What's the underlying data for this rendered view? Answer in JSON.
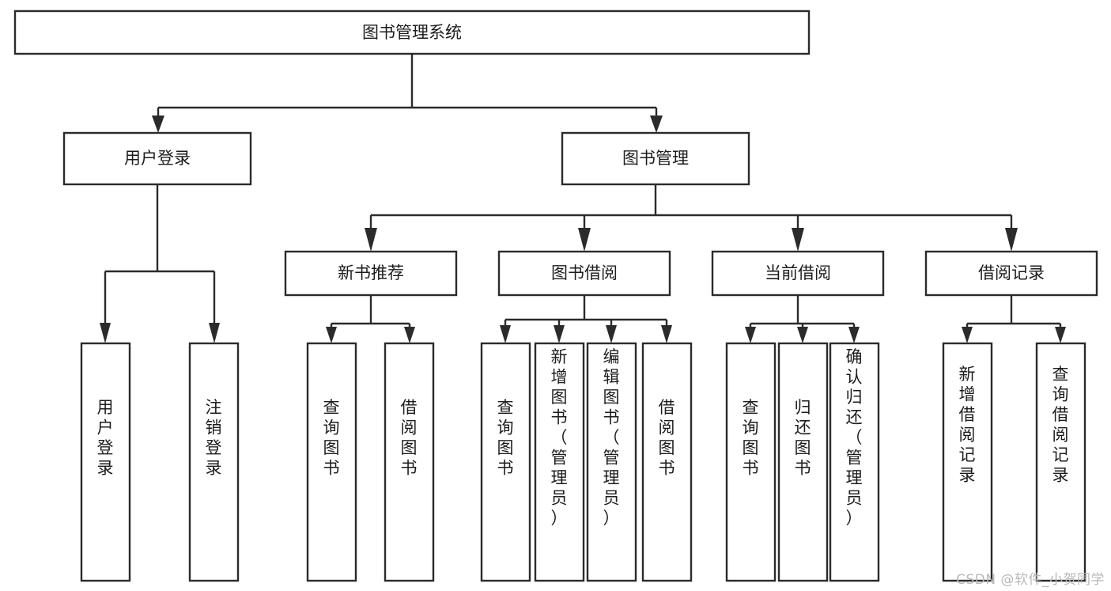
{
  "diagram": {
    "title": "图书管理系统",
    "type": "hierarchy-tree",
    "watermark": "CSDN @软件_小贺同学",
    "colors": {
      "stroke": "#2b2b2b",
      "fill": "#ffffff",
      "text": "#1c1c1c",
      "watermark": "#b8b8b8",
      "background": "#ffffff"
    },
    "levels": {
      "root": {
        "label": "图书管理系统"
      },
      "level2": [
        {
          "label": "用户登录"
        },
        {
          "label": "图书管理"
        }
      ],
      "level3": [
        {
          "label": "新书推荐"
        },
        {
          "label": "图书借阅"
        },
        {
          "label": "当前借阅"
        },
        {
          "label": "借阅记录"
        }
      ],
      "leaves": [
        {
          "label": "用户登录",
          "parent": "用户登录"
        },
        {
          "label": "注销登录",
          "parent": "用户登录"
        },
        {
          "label": "查询图书",
          "parent": "新书推荐"
        },
        {
          "label": "借阅图书",
          "parent": "新书推荐"
        },
        {
          "label": "查询图书",
          "parent": "图书借阅"
        },
        {
          "label": "新增图书（管理员）",
          "parent": "图书借阅"
        },
        {
          "label": "编辑图书（管理员）",
          "parent": "图书借阅"
        },
        {
          "label": "借阅图书",
          "parent": "图书借阅"
        },
        {
          "label": "查询图书",
          "parent": "当前借阅"
        },
        {
          "label": "归还图书",
          "parent": "当前借阅"
        },
        {
          "label": "确认归还（管理员）",
          "parent": "当前借阅"
        },
        {
          "label": "新增借阅记录",
          "parent": "借阅记录"
        },
        {
          "label": "查询借阅记录",
          "parent": "借阅记录"
        }
      ]
    }
  }
}
